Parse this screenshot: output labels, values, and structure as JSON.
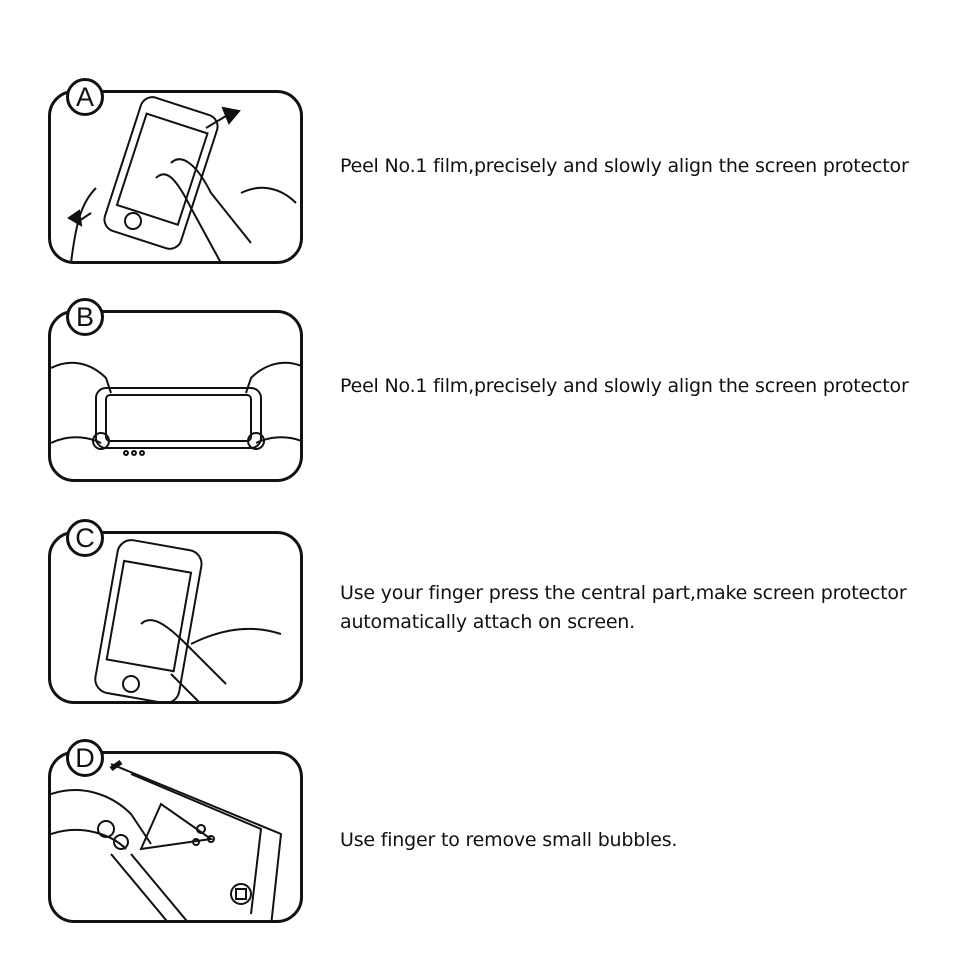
{
  "steps": [
    {
      "label": "A",
      "illustration": "peel-film-icon",
      "text": [
        "Peel No.1 film,precisely and slowly align the screen protector"
      ]
    },
    {
      "label": "B",
      "illustration": "align-protector-icon",
      "text": [
        "Peel No.1 film,precisely and slowly align the screen protector"
      ]
    },
    {
      "label": "C",
      "illustration": "press-center-icon",
      "text": [
        "Use your finger press the central part,make screen protector",
        "automatically attach on screen."
      ]
    },
    {
      "label": "D",
      "illustration": "remove-bubbles-icon",
      "text": [
        "Use finger to remove small bubbles."
      ]
    }
  ]
}
